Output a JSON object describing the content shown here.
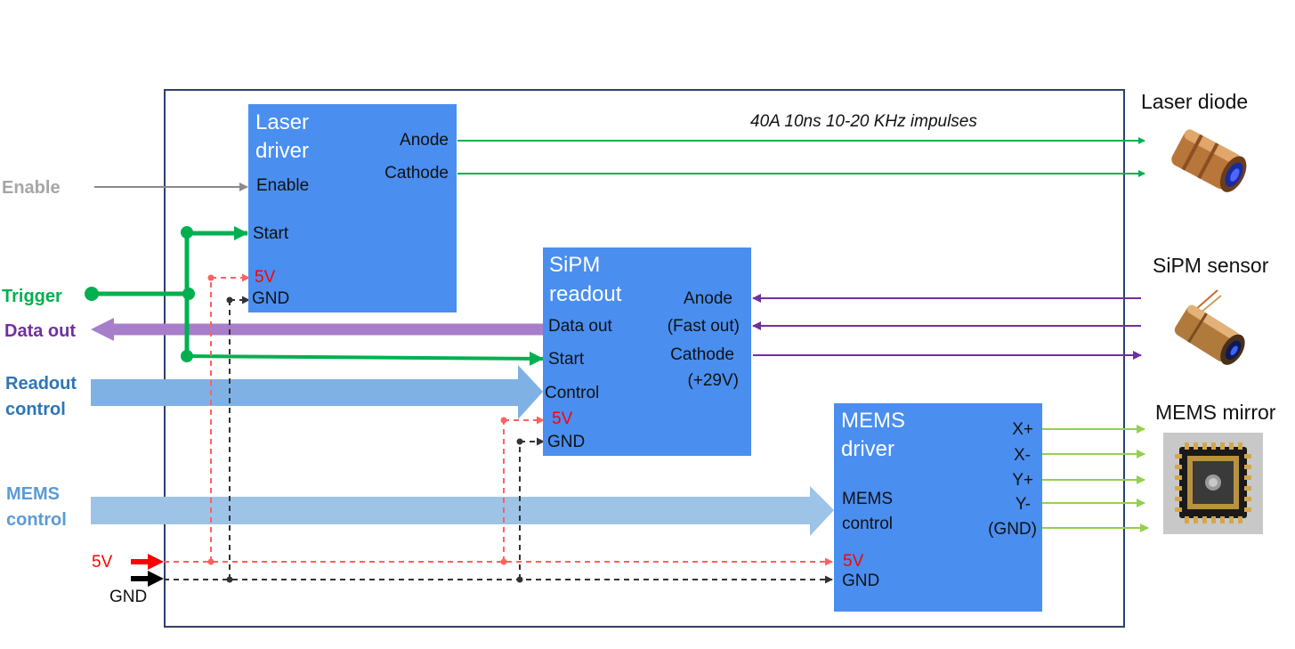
{
  "colors": {
    "frame": "#2f3f6b",
    "block": "#4a8ef0",
    "trigger": "#00b050",
    "data_out": "#a77ec9",
    "sipm_signal": "#7030a0",
    "enable": "#8c8790",
    "control_arrow": "#7fb1e5",
    "five_v": "#ff0000",
    "gnd": "#000000",
    "mems_signal": "#92d050"
  },
  "annotation": "40A 10ns 10-20 KHz impulses",
  "inputs": {
    "enable": "Enable",
    "trigger": "Trigger",
    "data_out": "Data out",
    "readout_control": [
      "Readout",
      "control"
    ],
    "mems_control": [
      "MEMS",
      "control"
    ],
    "five_v": "5V",
    "gnd": "GND"
  },
  "laser_driver": {
    "title": [
      "Laser",
      "driver"
    ],
    "ports": {
      "anode": "Anode",
      "cathode": "Cathode",
      "enable": "Enable",
      "start": "Start",
      "five_v": "5V",
      "gnd": "GND"
    }
  },
  "sipm_readout": {
    "title": [
      "SiPM",
      "readout"
    ],
    "ports": {
      "anode": "Anode",
      "fast_out": "(Fast out)",
      "cathode": "Cathode",
      "bias": "(+29V)",
      "data_out": "Data out",
      "start": "Start",
      "control": "Control",
      "five_v": "5V",
      "gnd": "GND"
    }
  },
  "mems_driver": {
    "title": [
      "MEMS",
      "driver"
    ],
    "ports": {
      "x_plus": "X+",
      "x_minus": "X-",
      "y_plus": "Y+",
      "y_minus": "Y-",
      "gnd_out": "(GND)",
      "control": [
        "MEMS",
        "control"
      ],
      "five_v": "5V",
      "gnd": "GND"
    }
  },
  "devices": {
    "laser_diode": "Laser diode",
    "sipm_sensor": "SiPM sensor",
    "mems_mirror": "MEMS mirror"
  },
  "icons": [
    "laser-diode-icon",
    "sipm-sensor-icon",
    "mems-mirror-icon"
  ]
}
